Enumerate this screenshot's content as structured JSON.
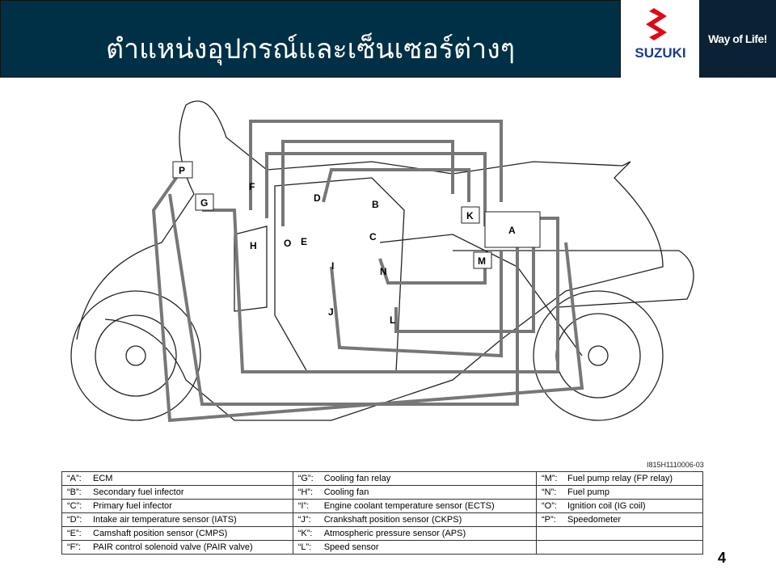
{
  "header": {
    "title": "ตำแหน่งอุปกรณ์และเซ็นเซอร์ต่างๆ",
    "brand": "SUZUKI",
    "tagline": "Way of Life!"
  },
  "diagram": {
    "figure_id": "I815H1110006-03",
    "markers": [
      "A",
      "B",
      "C",
      "D",
      "E",
      "F",
      "G",
      "H",
      "I",
      "J",
      "K",
      "L",
      "M",
      "N",
      "O",
      "P"
    ]
  },
  "legend": {
    "rows": [
      [
        {
          "key": "“A”:",
          "text": "ECM"
        },
        {
          "key": "“G”:",
          "text": "Cooling fan relay"
        },
        {
          "key": "“M”:",
          "text": "Fuel pump relay (FP relay)"
        }
      ],
      [
        {
          "key": "“B”:",
          "text": "Secondary fuel infector"
        },
        {
          "key": "“H”:",
          "text": "Cooling fan"
        },
        {
          "key": "“N”:",
          "text": "Fuel pump"
        }
      ],
      [
        {
          "key": "“C”:",
          "text": "Primary fuel infector"
        },
        {
          "key": "“I”:",
          "text": "Engine coolant temperature sensor (ECTS)"
        },
        {
          "key": "“O”:",
          "text": "Ignition coil (IG coil)"
        }
      ],
      [
        {
          "key": "“D”:",
          "text": "Intake air temperature sensor (IATS)"
        },
        {
          "key": "“J”:",
          "text": "Crankshaft position sensor (CKPS)"
        },
        {
          "key": "“P”:",
          "text": "Speedometer"
        }
      ],
      [
        {
          "key": "“E”:",
          "text": "Camshaft position sensor (CMPS)"
        },
        {
          "key": "“K”:",
          "text": "Atmospheric pressure sensor (APS)"
        },
        {
          "key": "",
          "text": ""
        }
      ],
      [
        {
          "key": "“F”:",
          "text": "PAIR control solenoid valve (PAIR valve)"
        },
        {
          "key": "“L”:",
          "text": "Speed sensor"
        },
        {
          "key": "",
          "text": ""
        }
      ]
    ]
  },
  "page_number": "4"
}
